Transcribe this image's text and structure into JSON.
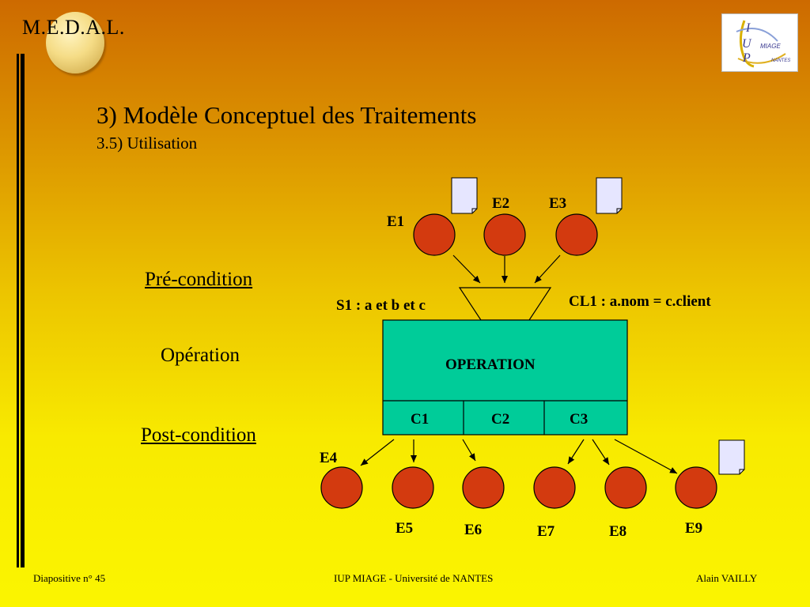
{
  "header": {
    "brand": "M.E.D.A.L."
  },
  "logo": {
    "letters": [
      "I",
      "U",
      "P"
    ],
    "words": [
      "MIAGE",
      "NANTES"
    ]
  },
  "slide": {
    "title": "3) Modèle Conceptuel des Traitements",
    "subtitle": "3.5) Utilisation"
  },
  "side_labels": {
    "pre": "Pré-condition",
    "operation": "Opération",
    "post": "Post-condition"
  },
  "diagram": {
    "events_in": [
      "E1",
      "E2",
      "E3"
    ],
    "synchro": "S1 : a et b et c",
    "condition": "CL1 : a.nom = c.client",
    "operation": "OPERATION",
    "outcomes": [
      "C1",
      "C2",
      "C3"
    ],
    "events_out": [
      "E4",
      "E5",
      "E6",
      "E7",
      "E8",
      "E9"
    ],
    "colors": {
      "event_fill": "#d33a0f",
      "operation_fill": "#00cc99",
      "document_fill": "#e6e6ff"
    }
  },
  "footer": {
    "slide_number": "Diapositive n° 45",
    "institution": "IUP MIAGE - Université de NANTES",
    "author": "Alain VAILLY"
  }
}
